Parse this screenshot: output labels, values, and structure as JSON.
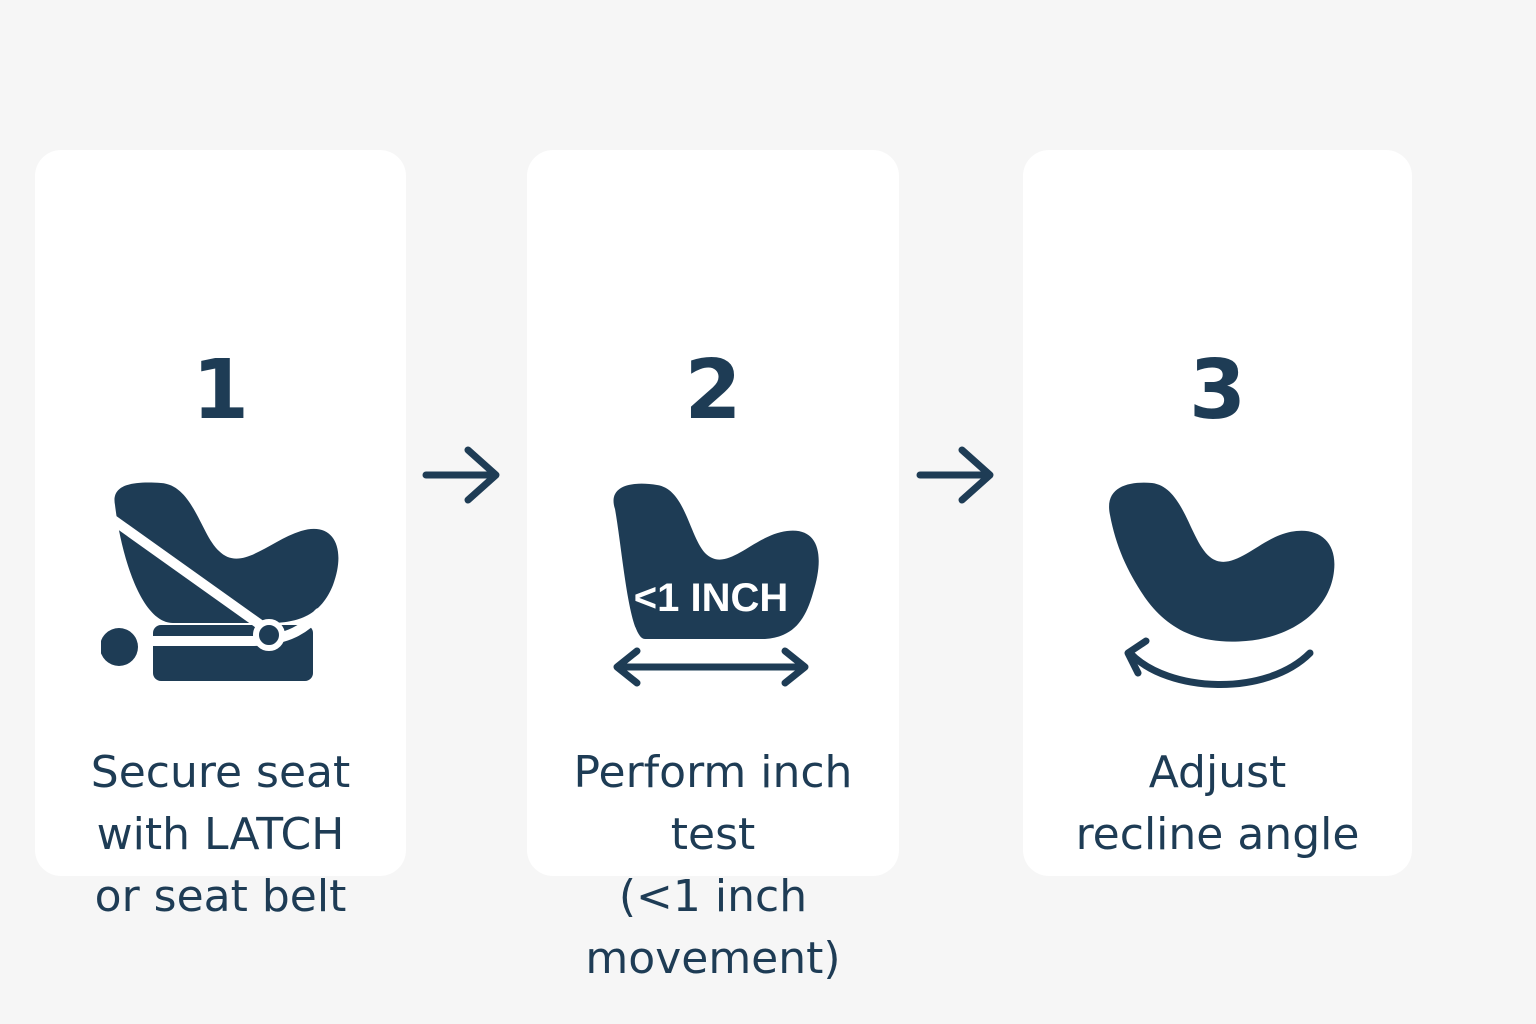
{
  "colors": {
    "background": "#f6f6f6",
    "card": "#ffffff",
    "ink": "#1e3c55"
  },
  "steps": [
    {
      "number": "1",
      "icon": "car-seat-latch-icon",
      "lines": [
        "Secure seat",
        "with LATCH",
        "or seat belt"
      ]
    },
    {
      "number": "2",
      "icon": "car-seat-inch-test-icon",
      "icon_label": "<1 INCH",
      "lines": [
        "Perform inch",
        "test",
        "(<1 inch",
        "movement)"
      ]
    },
    {
      "number": "3",
      "icon": "car-seat-recline-icon",
      "lines": [
        "Adjust",
        "recline angle"
      ]
    }
  ],
  "connectors": [
    "arrow-right-icon",
    "arrow-right-icon"
  ]
}
